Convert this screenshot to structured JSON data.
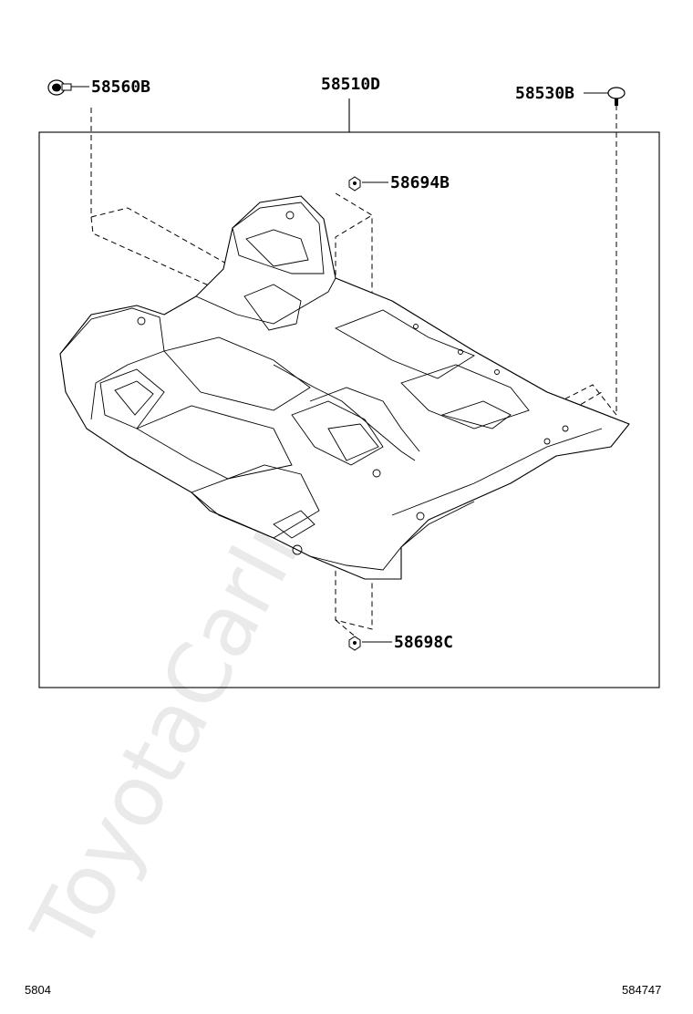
{
  "parts": {
    "assembly": "58510D",
    "clip_left": "58560B",
    "plug_right": "58530B",
    "nut_upper": "58694B",
    "nut_lower": "58698C"
  },
  "footer": {
    "left_code": "5804",
    "right_code": "584747"
  },
  "watermark": "ToyotaCarInfo.ru",
  "icons": {
    "clip": "clip-icon",
    "plug": "plug-icon",
    "nut": "nut-icon"
  }
}
